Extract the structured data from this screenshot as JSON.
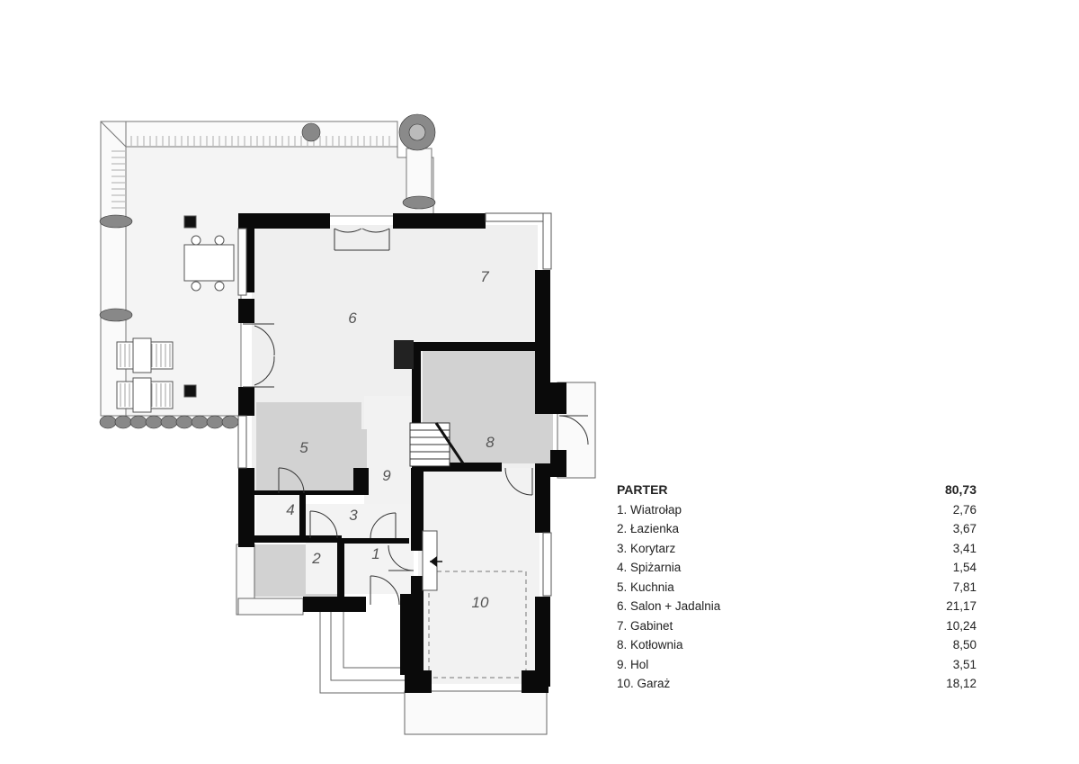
{
  "plan": {
    "room_numbers": [
      "1",
      "2",
      "3",
      "4",
      "5",
      "6",
      "7",
      "8",
      "9",
      "10"
    ]
  },
  "legend": {
    "title": "PARTER",
    "total": "80,73",
    "rooms": [
      {
        "name": "1. Wiatrołap",
        "area": "2,76"
      },
      {
        "name": "2. Łazienka",
        "area": "3,67"
      },
      {
        "name": "3. Korytarz",
        "area": "3,41"
      },
      {
        "name": "4. Spiżarnia",
        "area": "1,54"
      },
      {
        "name": "5. Kuchnia",
        "area": "7,81"
      },
      {
        "name": "6. Salon + Jadalnia",
        "area": "21,17"
      },
      {
        "name": "7. Gabinet",
        "area": "10,24"
      },
      {
        "name": "8. Kotłownia",
        "area": "8,50"
      },
      {
        "name": "9. Hol",
        "area": "3,51"
      },
      {
        "name": "10. Garaż",
        "area": "18,12"
      }
    ]
  },
  "colors": {
    "wall": "#0a0a0a",
    "floor_light": "#efefef",
    "floor_gray": "#d2d2d2",
    "terrace": "#f4f4f4"
  }
}
